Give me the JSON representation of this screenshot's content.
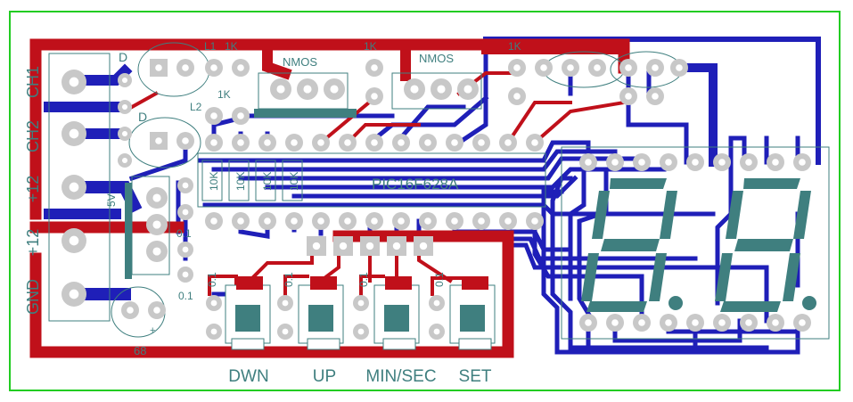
{
  "connectors": {
    "ch1": "CH1",
    "ch2": "CH2",
    "p12a": "+12",
    "p12b": "+12",
    "gnd": "GND"
  },
  "components": {
    "d1": "D",
    "d2": "D",
    "l1": "L1",
    "l2": "L2",
    "r1k_a": "1K",
    "r1k_b": "1K",
    "r1k_c": "1K",
    "r1k_d": "1K",
    "nmos_a": "NMOS",
    "nmos_b": "NMOS",
    "mcu": "PIC16F628A",
    "reg": "5V",
    "cap_a": "0.1",
    "cap_b": "0.1",
    "cap_c": "0.1",
    "cap_d": "0.1",
    "cap_e": "0.1",
    "cap_f": "0.1",
    "elco": "68",
    "elco_plus": "+",
    "r10k_a": "10K",
    "r10k_b": "10K",
    "r10k_c": "10K",
    "r10k_d": "10K"
  },
  "buttons": {
    "dwn": "DWN",
    "up": "UP",
    "minsec": "MIN/SEC",
    "set": "SET"
  },
  "colors": {
    "top_copper": "#c0101a",
    "bottom_copper": "#1f1fb8",
    "silk": "#3f7f7f",
    "pad": "#c8c8c8",
    "outline": "#22cc22"
  }
}
